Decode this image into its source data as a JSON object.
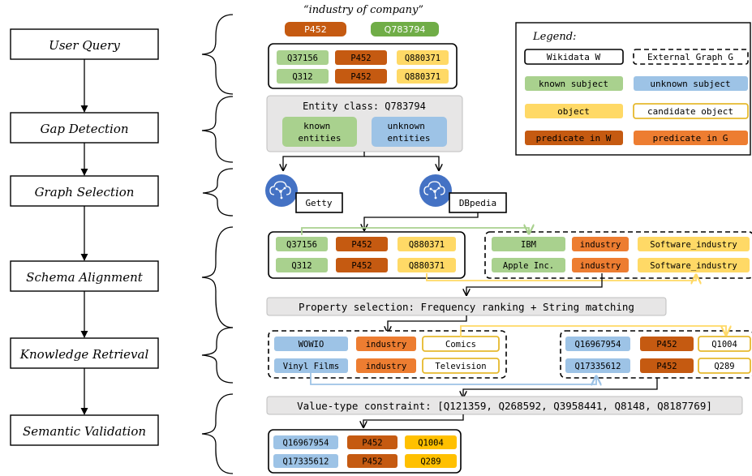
{
  "pipeline": {
    "steps": [
      "User Query",
      "Gap Detection",
      "Graph Selection",
      "Schema Alignment",
      "Knowledge Retrieval",
      "Semantic Validation"
    ]
  },
  "colors": {
    "known_subject": "#a9d18e",
    "unknown_subject": "#9dc3e6",
    "object": "#ffd966",
    "candidate_border": "#e6b92e",
    "predicate_w": "#c55a11",
    "predicate_g": "#ed7d31",
    "gray_panel": "#e7e6e6",
    "graph_icon": "#4472c4",
    "final_object": "#ffc000"
  },
  "query": {
    "text": "“industry of company”",
    "predicate_badge": "P452",
    "class_badge": "Q783794",
    "triples": [
      [
        "Q37156",
        "P452",
        "Q880371"
      ],
      [
        "Q312",
        "P452",
        "Q880371"
      ]
    ]
  },
  "gap_detection": {
    "title": "Entity class: Q783794",
    "known": "known\nentities",
    "unknown": "unknown\nentities"
  },
  "graph_selection": {
    "graphs": [
      "Getty",
      "DBpedia"
    ]
  },
  "schema_alignment": {
    "wikidata_triples": [
      [
        "Q37156",
        "P452",
        "Q880371"
      ],
      [
        "Q312",
        "P452",
        "Q880371"
      ]
    ],
    "external_triples": [
      [
        "IBM",
        "industry",
        "Software_industry"
      ],
      [
        "Apple Inc.",
        "industry",
        "Software_industry"
      ]
    ],
    "property_selection": "Property selection: Frequency ranking + String matching"
  },
  "knowledge_retrieval": {
    "external_triples": [
      [
        "WOWIO",
        "industry",
        "Comics"
      ],
      [
        "Vinyl Films",
        "industry",
        "Television"
      ]
    ],
    "wikidata_triples": [
      [
        "Q16967954",
        "P452",
        "Q1004"
      ],
      [
        "Q17335612",
        "P452",
        "Q289"
      ]
    ]
  },
  "semantic_validation": {
    "constraint": "Value-type constraint: [Q121359, Q268592, Q3958441, Q8148, Q8187769]",
    "final_triples": [
      [
        "Q16967954",
        "P452",
        "Q1004"
      ],
      [
        "Q17335612",
        "P452",
        "Q289"
      ]
    ]
  },
  "legend": {
    "title": "Legend:",
    "wikidata": "Wikidata W",
    "external": "External Graph G",
    "known_subject": "known subject",
    "unknown_subject": "unknown subject",
    "object": "object",
    "candidate_object": "candidate object",
    "predicate_w": "predicate in W",
    "predicate_g": "predicate in G"
  }
}
